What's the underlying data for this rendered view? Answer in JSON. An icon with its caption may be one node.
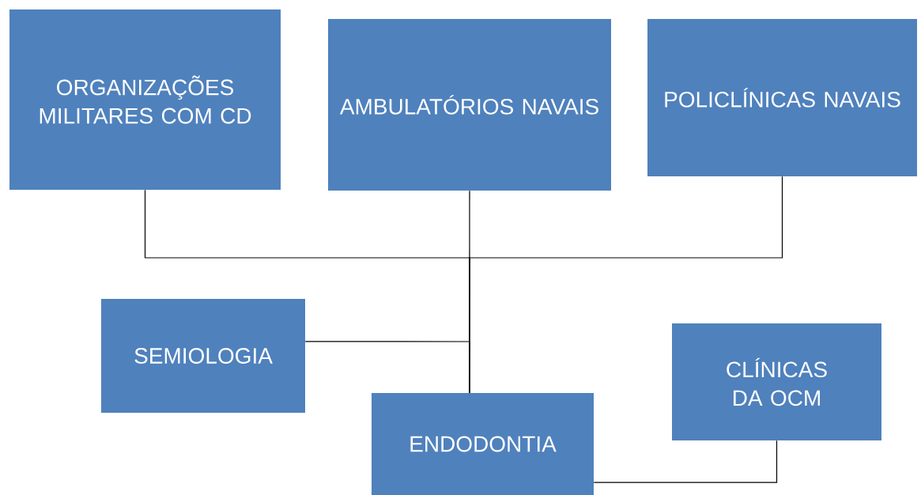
{
  "diagram": {
    "nodes": [
      {
        "text": [
          "ORGANIZAÇÕES MILITARES COM CD"
        ]
      },
      {
        "text": [
          "AMBULATÓRIOS NAVAIS"
        ]
      },
      {
        "text": [
          "POLICLÍNICAS NAVAIS"
        ]
      },
      {
        "text": [
          "SEMIOLOGIA"
        ]
      },
      {
        "text": [
          "ENDODONTIA"
        ]
      },
      {
        "text": [
          "CLÍNICAS DA OCM"
        ]
      }
    ],
    "edges": [
      {
        "from": 0,
        "to": 4,
        "arrow": "none"
      },
      {
        "from": 1,
        "to": 4,
        "arrow": "none"
      },
      {
        "from": 2,
        "to": 4,
        "arrow": "none"
      },
      {
        "from": 3,
        "to": 4,
        "arrow": "none"
      },
      {
        "from": 4,
        "to": 5,
        "arrow": "none"
      }
    ]
  }
}
